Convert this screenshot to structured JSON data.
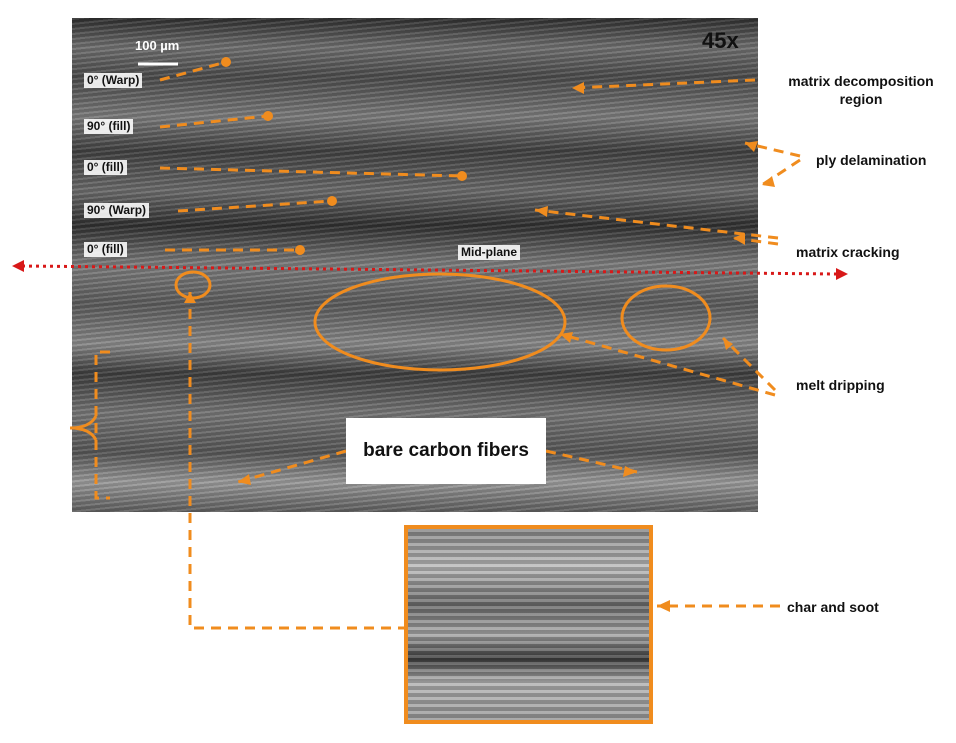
{
  "micrograph": {
    "scale_bar": "100 µm",
    "magnification": "45x",
    "ply_labels": [
      "0° (Warp)",
      "90° (fill)",
      "0° (fill)",
      "90° (Warp)",
      "0° (fill)"
    ],
    "mid_plane": "Mid-plane"
  },
  "annotations": {
    "matrix_decomposition": "matrix decomposition region",
    "ply_delamination": "ply delamination",
    "matrix_cracking": "matrix cracking",
    "melt_dripping": "melt dripping",
    "bare_carbon_fibers": "bare carbon fibers",
    "char_and_soot": "char and soot"
  },
  "colors": {
    "annotation": "#f08c1e",
    "mid_plane_line": "#d81818"
  }
}
